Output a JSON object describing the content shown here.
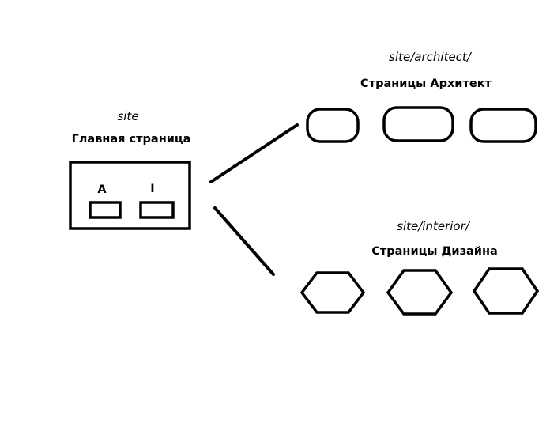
{
  "home": {
    "path": "site",
    "title": "Главная страница",
    "buttons": [
      "A",
      "I"
    ]
  },
  "architect": {
    "path": "site/architect/",
    "title": "Страницы Архитект",
    "shape": "rounded-rectangle",
    "count": 3
  },
  "interior": {
    "path": "site/interior/",
    "title": "Страницы Дизайна",
    "shape": "hexagon",
    "count": 3
  },
  "colors": {
    "stroke": "#000000",
    "background": "#ffffff"
  }
}
